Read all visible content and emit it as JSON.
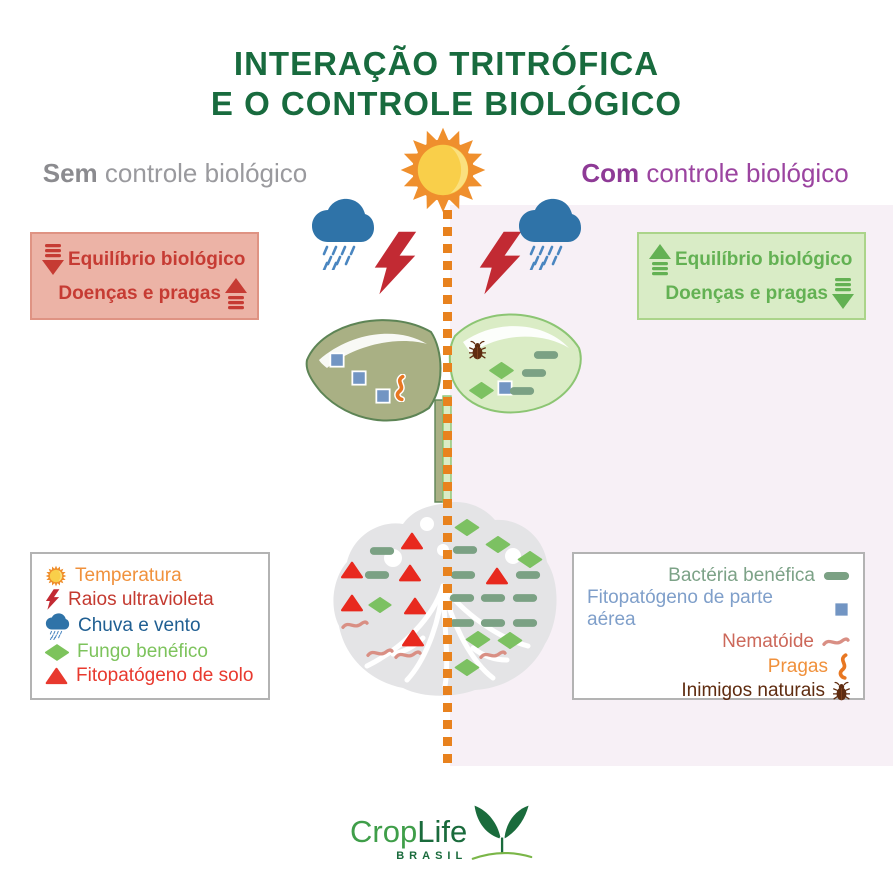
{
  "title": {
    "line1": "INTERAÇÃO TRITRÓFICA",
    "line2": "E O CONTROLE BIOLÓGICO"
  },
  "headers": {
    "left": {
      "emphasis": "Sem",
      "rest": " controle biológico"
    },
    "right": {
      "emphasis": "Com",
      "rest": " controle biológico"
    }
  },
  "balance_boxes": {
    "left": {
      "row1_label": "Equilíbrio biológico",
      "row1_trend": "down",
      "row2_label": "Doenças e pragas",
      "row2_trend": "up"
    },
    "right": {
      "row1_label": "Equilíbrio biológico",
      "row1_trend": "up",
      "row2_label": "Doenças e pragas",
      "row2_trend": "down"
    }
  },
  "legend_left": {
    "items": [
      {
        "icon": "sun-icon",
        "label": "Temperatura"
      },
      {
        "icon": "lightning-icon",
        "label": "Raios ultravioleta"
      },
      {
        "icon": "rain-cloud-icon",
        "label": "Chuva e vento"
      },
      {
        "icon": "beneficial-fungus-icon",
        "label": "Fungo benéfico"
      },
      {
        "icon": "soil-pathogen-icon",
        "label": "Fitopatógeno de solo"
      }
    ]
  },
  "legend_right": {
    "items": [
      {
        "label": "Bactéria benéfica",
        "icon": "beneficial-bacteria-icon"
      },
      {
        "label": "Fitopatógeno de parte aérea",
        "icon": "aerial-pathogen-icon"
      },
      {
        "label": "Nematóide",
        "icon": "nematode-icon"
      },
      {
        "label": "Pragas",
        "icon": "pest-icon"
      },
      {
        "label": "Inimigos naturais",
        "icon": "natural-enemy-icon"
      }
    ]
  },
  "logo": {
    "part1": "Crop",
    "part2": "Life",
    "subtitle": "BRASIL"
  },
  "palette": {
    "title_green": "#186b3e",
    "left_gray": "#9a9a9e",
    "right_purple": "#8e3a96",
    "lavender_bg": "#f7f0f6",
    "dotted_line_orange": "#e8821e",
    "red_box_bg": "#ecb3a6",
    "red_text": "#c63b33",
    "green_box_bg": "#d9ecc6",
    "green_text": "#63b153",
    "sun_orange": "#ef8f2d",
    "sun_yellow": "#f9cf4a",
    "cloud_blue": "#2f73a8",
    "bolt_red": "#c22a33",
    "olive_leaf": "#a9b084",
    "light_leaf": "#daecc5",
    "soil_gray": "#e4e4e6",
    "pill_sage": "#7ba184",
    "diamond_green": "#7cc162",
    "triangle_red": "#e8291e",
    "nematode_salmon": "#d98f84",
    "pest_orange": "#e87722",
    "beetle_brown": "#5f2c10",
    "square_blue": "#7295c3"
  }
}
